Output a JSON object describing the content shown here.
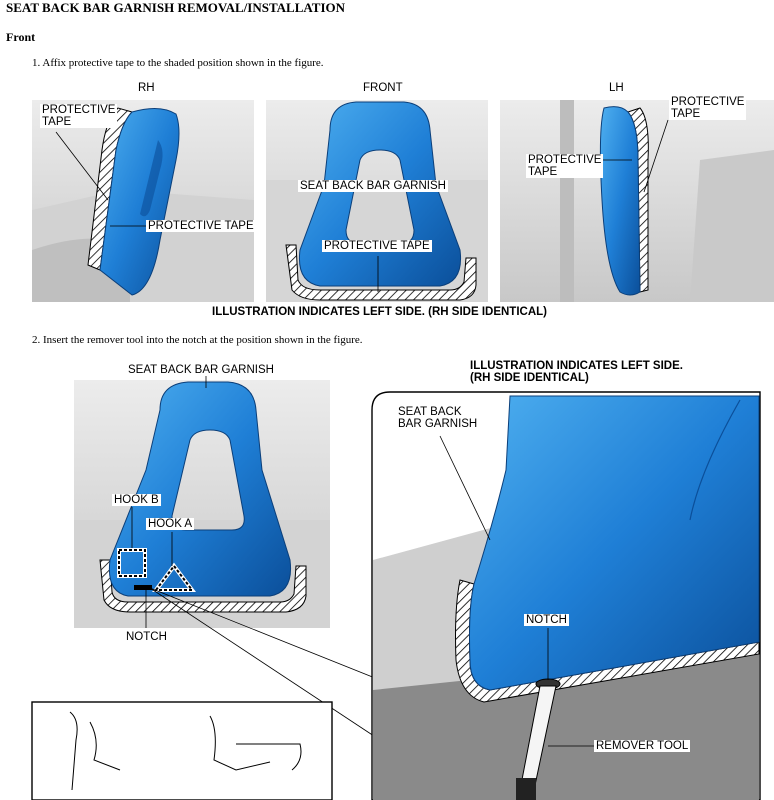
{
  "document": {
    "title": "SEAT BACK BAR GARNISH REMOVAL/INSTALLATION",
    "section": "Front",
    "step1": "1. Affix protective tape to the shaded position shown in the figure.",
    "step2": "2. Insert the remover tool into the notch at the position shown in the figure."
  },
  "figure1": {
    "panel_rh": "RH",
    "panel_front": "FRONT",
    "panel_lh": "LH",
    "rh_protective_tape_top": "PROTECTIVE\nTAPE",
    "rh_protective_tape_mid": "PROTECTIVE TAPE",
    "front_garnish": "SEAT BACK BAR GARNISH",
    "front_protective_tape": "PROTECTIVE TAPE",
    "lh_protective_tape_right": "PROTECTIVE\nTAPE",
    "lh_protective_tape_left": "PROTECTIVE\nTAPE",
    "caption": "ILLUSTRATION INDICATES LEFT SIDE. (RH SIDE IDENTICAL)"
  },
  "figure2": {
    "garnish": "SEAT BACK BAR GARNISH",
    "hook_b": "HOOK B",
    "hook_a": "HOOK A",
    "notch": "NOTCH",
    "detail_caption": "ILLUSTRATION INDICATES LEFT SIDE.\n(RH SIDE IDENTICAL)",
    "detail_garnish": "SEAT BACK\nBAR GARNISH",
    "detail_notch": "NOTCH",
    "detail_remover_tool": "REMOVER TOOL"
  },
  "colors": {
    "garnish_blue": "#1f7fd6",
    "photo_gray": "#d9d9d9",
    "dark_gray": "#7a7a7a"
  }
}
